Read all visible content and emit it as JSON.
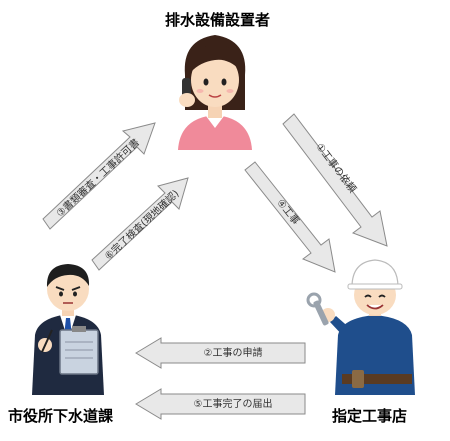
{
  "roles": {
    "owner": "排水設備設置者",
    "city": "市役所下水道課",
    "contractor": "指定工事店"
  },
  "steps": {
    "request": "①工事の依頼",
    "application": "②工事の申請",
    "approval": "③書類審査・工事許可書",
    "construction": "④工事",
    "completion_notice": "⑤工事完了の届出",
    "inspection": "⑥完了検査(現地確認)"
  },
  "colors": {
    "arrow_fill": "#e8e8e8",
    "arrow_stroke": "#8a8a8a",
    "shirt_pink": "#f08a9a",
    "suit_navy": "#1f2a40",
    "uniform_blue": "#1f4e8c"
  }
}
